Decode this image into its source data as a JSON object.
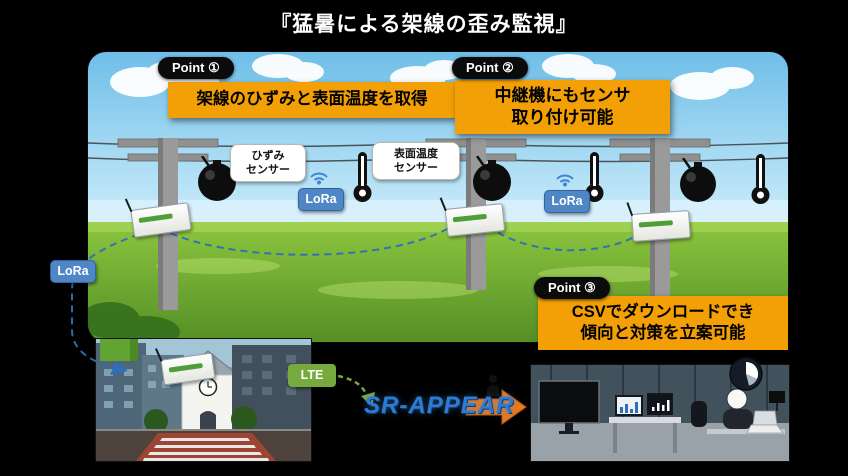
{
  "title": "『猛暑による架線の歪み監視』",
  "points": {
    "p1": {
      "badge": "Point ①",
      "callout": "架線のひずみと表面温度を取得"
    },
    "p2": {
      "badge": "Point ②",
      "callout_line1": "中継機にもセンサ",
      "callout_line2": "取り付け可能"
    },
    "p3": {
      "badge": "Point ③",
      "callout_line1": "CSVでダウンロードでき",
      "callout_line2": "傾向と対策を立案可能"
    }
  },
  "sensor_labels": {
    "strain": {
      "line1": "ひずみ",
      "line2": "センサー"
    },
    "surface": {
      "line1": "表面温度",
      "line2": "センサー"
    }
  },
  "network": {
    "lora": "LoRa",
    "lte": "LTE"
  },
  "logo": {
    "name": "SR-APPEAR"
  },
  "colors": {
    "callout_orange": "#F2A005",
    "point_badge_black": "#0B0B0B",
    "lora_blue": "#4E86C6",
    "lte_green": "#76A93E",
    "flow_arrow_orange": "#E8791E",
    "connector_blue": "#2E6FB8",
    "logo_blue": "#2F7BD0"
  }
}
